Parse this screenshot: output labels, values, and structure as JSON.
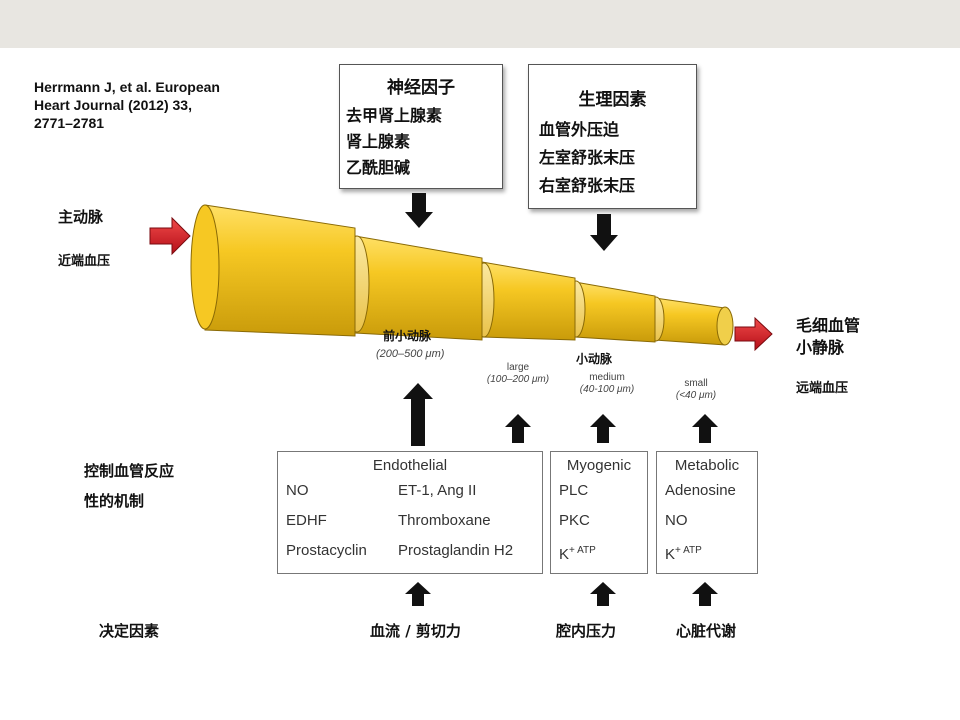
{
  "reference": [
    "Herrmann J, et al. European",
    "Heart Journal (2012) 33,",
    "2771–2781"
  ],
  "neural_box": {
    "title": "神经因子",
    "items": [
      "去甲肾上腺素",
      "肾上腺素",
      "乙酰胆碱"
    ]
  },
  "physio_box": {
    "title": "生理因素",
    "items": [
      "血管外压迫",
      "左室舒张末压",
      "右室舒张末压"
    ]
  },
  "left_labels": {
    "aorta": "主动脉",
    "proximal": "近端血压"
  },
  "right_labels": {
    "capillary": "毛细血管",
    "venule": "小静脉",
    "distal": "远端血压"
  },
  "vessel_labels": {
    "prearteriole": "前小动脉",
    "prearteriole_size": "(200–500 μm)",
    "arteriole": "小动脉",
    "large": "large",
    "large_size": "(100–200 μm)",
    "medium": "medium",
    "medium_size": "(40-100 μm)",
    "small": "small",
    "small_size": "(<40 μm)"
  },
  "mechanism_label": [
    "控制血管反应",
    "性的机制"
  ],
  "endothelial": {
    "title": "Endothelial",
    "col1": [
      "NO",
      "EDHF",
      "Prostacyclin"
    ],
    "col2": [
      "ET-1, Ang II",
      "Thromboxane",
      "Prostaglandin H2"
    ]
  },
  "myogenic": {
    "title": "Myogenic",
    "items": [
      "PLC",
      "PKC"
    ],
    "k_base": "K",
    "k_sup": "+ ATP"
  },
  "metabolic": {
    "title": "Metabolic",
    "items": [
      "Adenosine",
      "NO"
    ],
    "k_base": "K",
    "k_sup": "+ ATP"
  },
  "determinants": {
    "label": "决定因素",
    "flow": "血流 / 剪切力",
    "pressure": "腔内压力",
    "metabolism": "心脏代谢"
  },
  "colors": {
    "vessel": "#f3c31a",
    "vessel_dark": "#c89a0c",
    "ring": "#f7dc7a",
    "red_arrow": "#d6202a",
    "black_arrow": "#111111",
    "topbar": "#e8e6e1"
  }
}
